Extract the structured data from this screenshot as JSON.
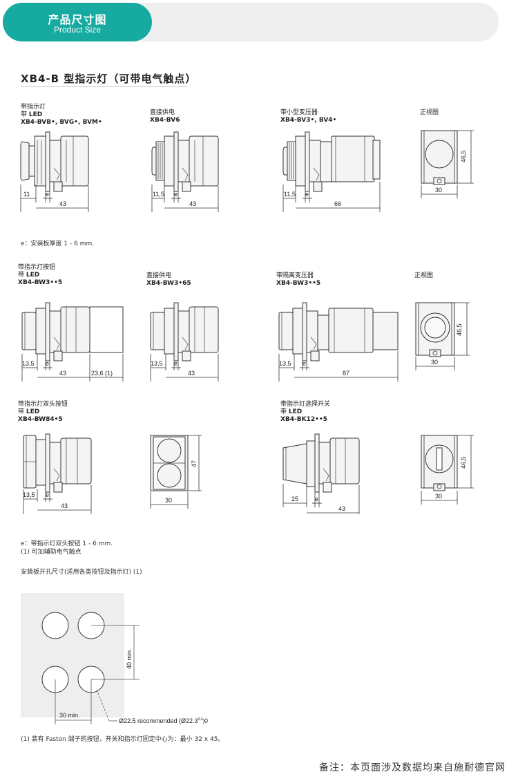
{
  "header": {
    "title_cn": "产品尺寸图",
    "title_en": "Product Size"
  },
  "main_title": "XB4-B 型指示灯（可带电气触点）",
  "row1": {
    "items": [
      {
        "l1": "带指示灯",
        "l2a": "带 ",
        "l2b": "LED",
        "l3": "XB4-BVB•, BVG•, BVM•",
        "d_left": "11",
        "d_e": "e",
        "d_len": "43"
      },
      {
        "l1": "直接供电",
        "l3": "XB4-BV6",
        "d_left": "11,5",
        "d_e": "e",
        "d_len": "43"
      },
      {
        "l1": "带小型变压器",
        "l3": "XB4-BV3•, BV4•",
        "d_left": "11,5",
        "d_e": "e",
        "d_len": "66"
      },
      {
        "l1": "正视图",
        "d_h": "46,5",
        "d_w": "30"
      }
    ],
    "note": "e：安装板厚度 1 - 6 mm."
  },
  "row2": {
    "items": [
      {
        "l1": "带指示灯按钮",
        "l2a": "带 ",
        "l2b": "LED",
        "l3": "XB4-BW3••5",
        "d_left": "13,5",
        "d_e": "e",
        "d_len": "43",
        "d_extra": "23,6 (1)"
      },
      {
        "l1": "直接供电",
        "l3": "XB4-BW3•65",
        "d_left": "13,5",
        "d_e": "e",
        "d_len": "43"
      },
      {
        "l1": "带隔离变压器",
        "l3": "XB4-BW3••5",
        "d_left": "13,5",
        "d_e": "e",
        "d_len": "87"
      },
      {
        "l1": "正视图",
        "d_h": "46,5",
        "d_w": "30"
      }
    ]
  },
  "row3": {
    "items": [
      {
        "l1": "带指示灯双头按钮",
        "l2a": "带 ",
        "l2b": "LED",
        "l3": "XB4-BW84•5",
        "d_left": "13,5",
        "d_e": "e",
        "d_len": "43"
      },
      {
        "d_h": "47",
        "d_w": "30"
      },
      {
        "l1": "带指示灯选择开关",
        "l2a": "带 ",
        "l2b": "LED",
        "l3": "XB4-BK12••5",
        "d_left": "25",
        "d_e": "e",
        "d_len": "43"
      },
      {
        "d_h": "46,5",
        "d_w": "30"
      }
    ],
    "note1": "e：带指示灯双头按钮 1 - 6 mm.",
    "note2": "(1) 可加辅助电气触点"
  },
  "cutout": {
    "title": "安装板开孔尺寸(适用各类按钮及指示灯) (1)",
    "d_vert": "40 min.",
    "d_horiz": "30 min.",
    "d_dia": "Ø22.5 recommended (Ø22.3",
    "d_tol": "0,4",
    "d_tol2": "0",
    "d_close": ")",
    "note": "(1) 装有 Faston 端子的按钮，开关和指示灯固定中心为：最小 32 x 45。"
  },
  "footer": "备注：本页面涉及数据均来自施耐德官网"
}
